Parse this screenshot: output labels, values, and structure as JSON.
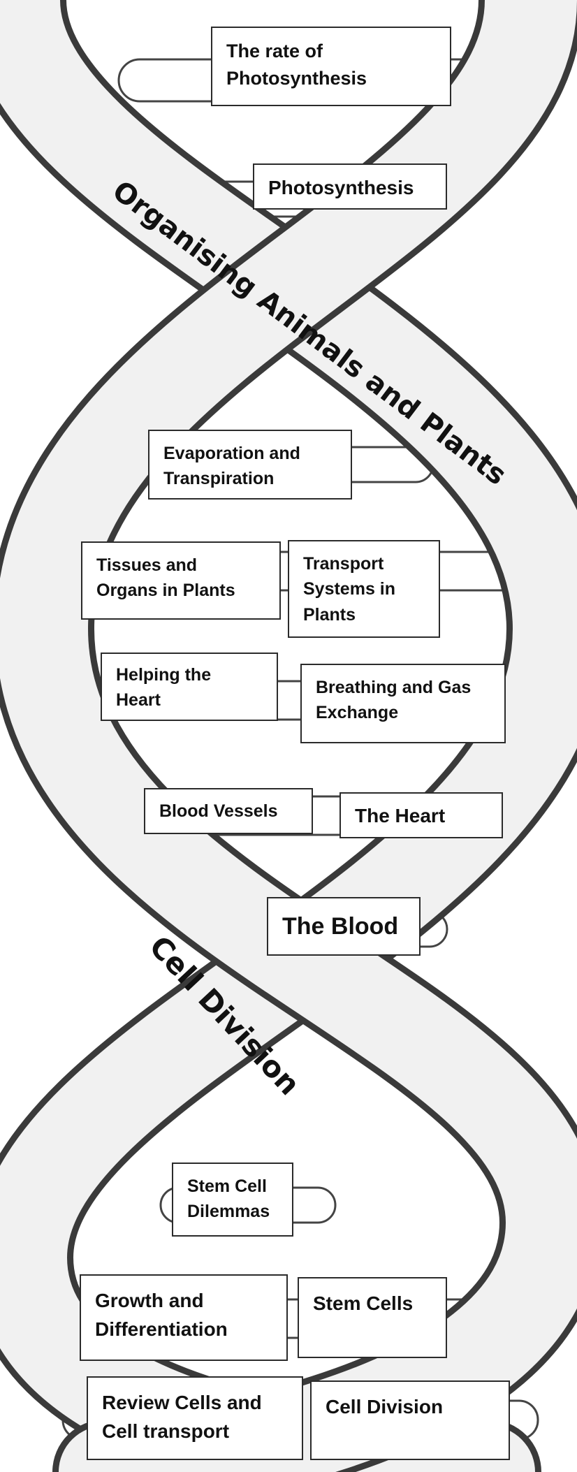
{
  "topic_boxes": [
    {
      "id": "rate-photosynthesis",
      "text": "The rate of\nPhotosynthesis"
    },
    {
      "id": "photosynthesis",
      "text": "Photosynthesis"
    },
    {
      "id": "evaporation-transpiration",
      "text": "Evaporation and\nTranspiration"
    },
    {
      "id": "tissues-organs-plants",
      "text": "Tissues and\nOrgans in Plants"
    },
    {
      "id": "transport-systems-plants",
      "text": "Transport\nSystems in\nPlants"
    },
    {
      "id": "helping-heart",
      "text": "Helping the\nHeart"
    },
    {
      "id": "breathing-gas-exchange",
      "text": "Breathing and Gas\nExchange"
    },
    {
      "id": "blood-vessels",
      "text": "Blood Vessels"
    },
    {
      "id": "the-heart",
      "text": "The Heart"
    },
    {
      "id": "the-blood",
      "text": "The Blood"
    },
    {
      "id": "stem-cell-dilemmas",
      "text": "Stem Cell\nDilemmas"
    },
    {
      "id": "growth-differentiation",
      "text": "Growth and\nDifferentiation"
    },
    {
      "id": "stem-cells",
      "text": "Stem Cells"
    },
    {
      "id": "review-cells-transport",
      "text": "Review Cells and\nCell transport"
    },
    {
      "id": "cell-division-topic",
      "text": "Cell Division"
    }
  ],
  "band_labels": {
    "upper": "Organising Animals and Plants",
    "lower": "Cell Division"
  },
  "colors": {
    "strand": "#3a3a3a",
    "rung": "#444444",
    "box_border": "#2b2b2b",
    "text": "#111111"
  }
}
